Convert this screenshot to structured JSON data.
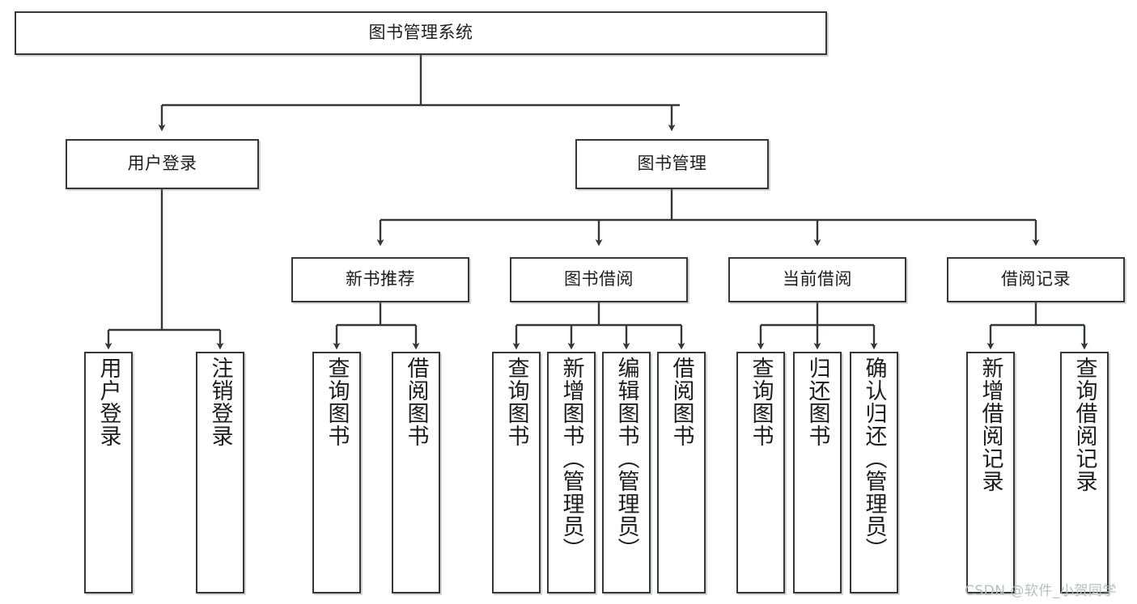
{
  "diagram": {
    "type": "tree-hierarchy",
    "orientation": "top-down",
    "root": {
      "label": "图书管理系统"
    },
    "level1": [
      {
        "label": "用户登录"
      },
      {
        "label": "图书管理"
      }
    ],
    "level2": [
      {
        "label": "新书推荐"
      },
      {
        "label": "图书借阅"
      },
      {
        "label": "当前借阅"
      },
      {
        "label": "借阅记录"
      }
    ],
    "leaves": {
      "user_login": [
        {
          "label": "用户登录"
        },
        {
          "label": "注销登录"
        }
      ],
      "new_book_recommend": [
        {
          "label": "查询图书"
        },
        {
          "label": "借阅图书"
        }
      ],
      "book_borrow": [
        {
          "label": "查询图书"
        },
        {
          "label": "新增图书（管理员）"
        },
        {
          "label": "编辑图书（管理员）"
        },
        {
          "label": "借阅图书"
        }
      ],
      "current_borrow": [
        {
          "label": "查询图书"
        },
        {
          "label": "归还图书"
        },
        {
          "label": "确认归还（管理员）"
        }
      ],
      "borrow_record": [
        {
          "label": "新增借阅记录"
        },
        {
          "label": "查询借阅记录"
        }
      ]
    }
  },
  "watermark": {
    "text": "CSDN @软件_小贺同学"
  },
  "colors": {
    "border": "#33363a",
    "text": "#1d1d1f",
    "background": "#ffffff",
    "watermark": "#b9bcc1"
  }
}
